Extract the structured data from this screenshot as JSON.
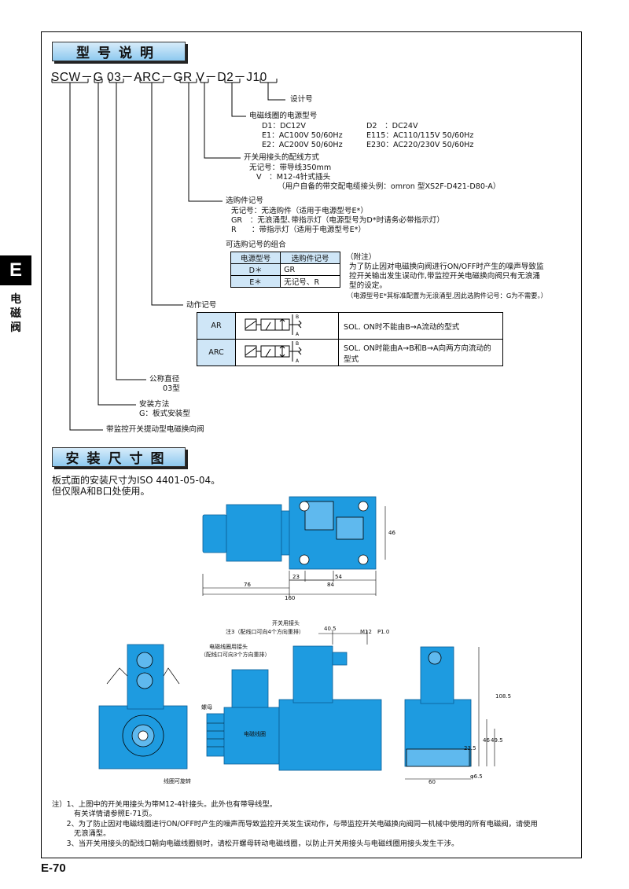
{
  "section1_title": "型号说明",
  "section2_title": "安装尺寸图",
  "model_code": "SCW－G 03－ARC－GR V－D2－J10",
  "side_tab": {
    "letter": "E",
    "label": "电磁阀"
  },
  "design_no": "设计号",
  "coil": {
    "title": "电磁线圈的电源型号",
    "d1": "D1：DC12V",
    "d2": "D2　：DC24V",
    "e1": "E1：AC100V 50/60Hz",
    "e115": "E115：AC110/115V 50/60Hz",
    "e2": "E2：AC200V 50/60Hz",
    "e230": "E230：AC220/230V 50/60Hz"
  },
  "wiring": {
    "title": "开关用接头的配线方式",
    "none": "无记号：带导线350mm",
    "v": "V　：M12-4针式插头",
    "v_note": "（用户自备的带交配电缆接头例：omron 型XS2F-D421-D80-A）"
  },
  "option": {
    "title": "选购件记号",
    "none": "无记号：无选购件（适用于电源型号E*）",
    "gr": "GR　：无浪涌型､带指示灯（电源型号为D*时请务必带指示灯）",
    "r": "R　　：带指示灯（适用于电源型号E*）"
  },
  "combo": {
    "title": "可选购记号的组合",
    "headers": [
      "电源型号",
      "选购件记号"
    ],
    "rows": [
      [
        "D＊",
        "GR"
      ],
      [
        "E＊",
        "无记号、R"
      ]
    ],
    "note_title": "（附注）",
    "note_lines": [
      "为了防止因对电磁换向阀进行ON/OFF时产生的噪声导致监",
      "控开关输出发生误动作,带监控开关电磁换向阀只有无浪涌",
      "型的设定。",
      "（电源型号E*其标准配置为无浪涌型,因此选购件记号：G为不需要。）"
    ]
  },
  "action": {
    "title": "动作记号",
    "rows": [
      {
        "code": "AR",
        "desc": "SOL. ON时不能由B→A流动的型式"
      },
      {
        "code": "ARC",
        "desc": "SOL. ON时能由A→B和B→A向两方向流动的型式"
      }
    ]
  },
  "size": {
    "title": "公称直径",
    "value": "03型"
  },
  "mount": {
    "title": "安装方法",
    "value": "G：板式安装型"
  },
  "type": "带监控开关提动型电磁换向阀",
  "mount_intro": [
    "板式面的安装尺寸为ISO 4401-05-04。",
    "但仅限A和B口处使用。"
  ],
  "dims": {
    "top": [
      "76",
      "23",
      "54",
      "84",
      "160",
      "46"
    ],
    "side_labels": [
      "开关用接头",
      "注3（配线口可向4个方向重排）",
      "40.5",
      "M12　P1.0",
      "电磁线圈用接头",
      "（配线口可向3个方向重排）",
      "螺母",
      "电磁线圈",
      "线圈可旋转"
    ],
    "right": [
      "108.5",
      "49.5",
      "46",
      "23.5",
      "φ6.5",
      "60"
    ]
  },
  "notes": [
    "注）1、上图中的开关用接头为带M12-4针接头。此外也有带导线型。",
    "　　　有关详情请参照E-71页。",
    "　　2、为了防止因对电磁线圈进行ON/OFF时产生的噪声而导致监控开关发生误动作，与带监控开关电磁换向阀同一机械中使用的所有电磁阀，请使用",
    "　　　无浪涌型。",
    "　　3、当开关用接头的配线口朝向电磁线圈侧时，请松开螺母转动电磁线圈，以防止开关用接头与电磁线圈用接头发生干涉。"
  ],
  "page_no": "E-70",
  "colors": {
    "valve_blue": "#1e9be0",
    "header_blue": "#8ec9ef",
    "table_blue": "#cfe6f7"
  }
}
